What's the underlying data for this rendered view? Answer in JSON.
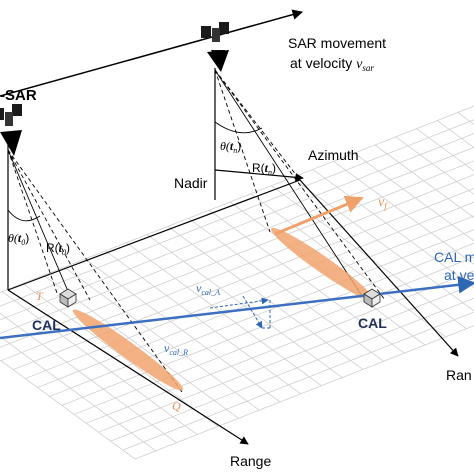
{
  "labels": {
    "sar_movement_line1": "SAR movement",
    "sar_movement_line2": "at velocity ",
    "sar_velocity_symbol": "v",
    "sar_velocity_sub": "sar",
    "sar_left_label": "-SAR",
    "azimuth": "Azimuth",
    "nadir": "Nadir",
    "theta_tn_theta": "θ(",
    "theta_tn_t": "t",
    "theta_tn_sub": "n",
    "theta_tn_close": ")",
    "r_tn_r": "R(",
    "r_tn_t": "t",
    "r_tn_sub": "n",
    "r_tn_close": ")",
    "theta_t0_theta": "θ(",
    "theta_t0_t": "t",
    "theta_t0_sub": "0",
    "theta_t0_close": ")",
    "r_t0_r": "R(",
    "r_t0_t": "t",
    "r_t0_sub": "0",
    "r_t0_close": ")",
    "vf_v": "v",
    "vf_sub": "f",
    "cal_right": "CAL",
    "cal_left": "CAL",
    "cal_moving_line1": "CAL m",
    "cal_moving_line2": "at velo",
    "v_cal_a_v": "v",
    "v_cal_a_sub": "cal_A",
    "v_cal_r_v": "v",
    "v_cal_r_sub": "cal_R",
    "point_t": "T",
    "point_q": "Q",
    "range_bottom": "Range",
    "range_right": "Ran"
  },
  "colors": {
    "blue_track": "#3d6fc0",
    "orange": "#f2a56f",
    "orange_arrow": "#f0a06a",
    "grid": "#c8c8c8",
    "satellite": "#1a1a1a"
  },
  "icons": [
    "satellite-icon",
    "calibrator-box-icon"
  ]
}
